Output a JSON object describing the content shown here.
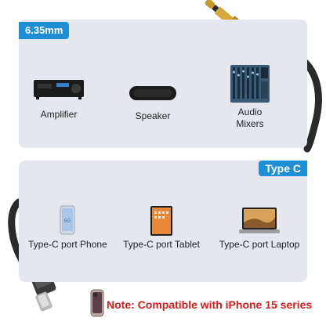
{
  "top_panel": {
    "tag": "6.35mm",
    "items": [
      {
        "label": "Amplifier",
        "icon": "amplifier-icon"
      },
      {
        "label": "Speaker",
        "icon": "speaker-icon"
      },
      {
        "label_line1": "Audio",
        "label_line2": "Mixers",
        "icon": "audio-mixer-icon"
      }
    ]
  },
  "bottom_panel": {
    "tag": "Type C",
    "items": [
      {
        "label": "Type-C port Phone",
        "icon": "phone-icon"
      },
      {
        "label": "Type-C port Tablet",
        "icon": "tablet-icon"
      },
      {
        "label": "Type-C port Laptop",
        "icon": "laptop-icon"
      }
    ]
  },
  "note": "Note: Compatible with iPhone 15 series",
  "colors": {
    "accent": "#1e8fd4",
    "note": "#d81b1b",
    "panel": "#e5e7ee"
  }
}
